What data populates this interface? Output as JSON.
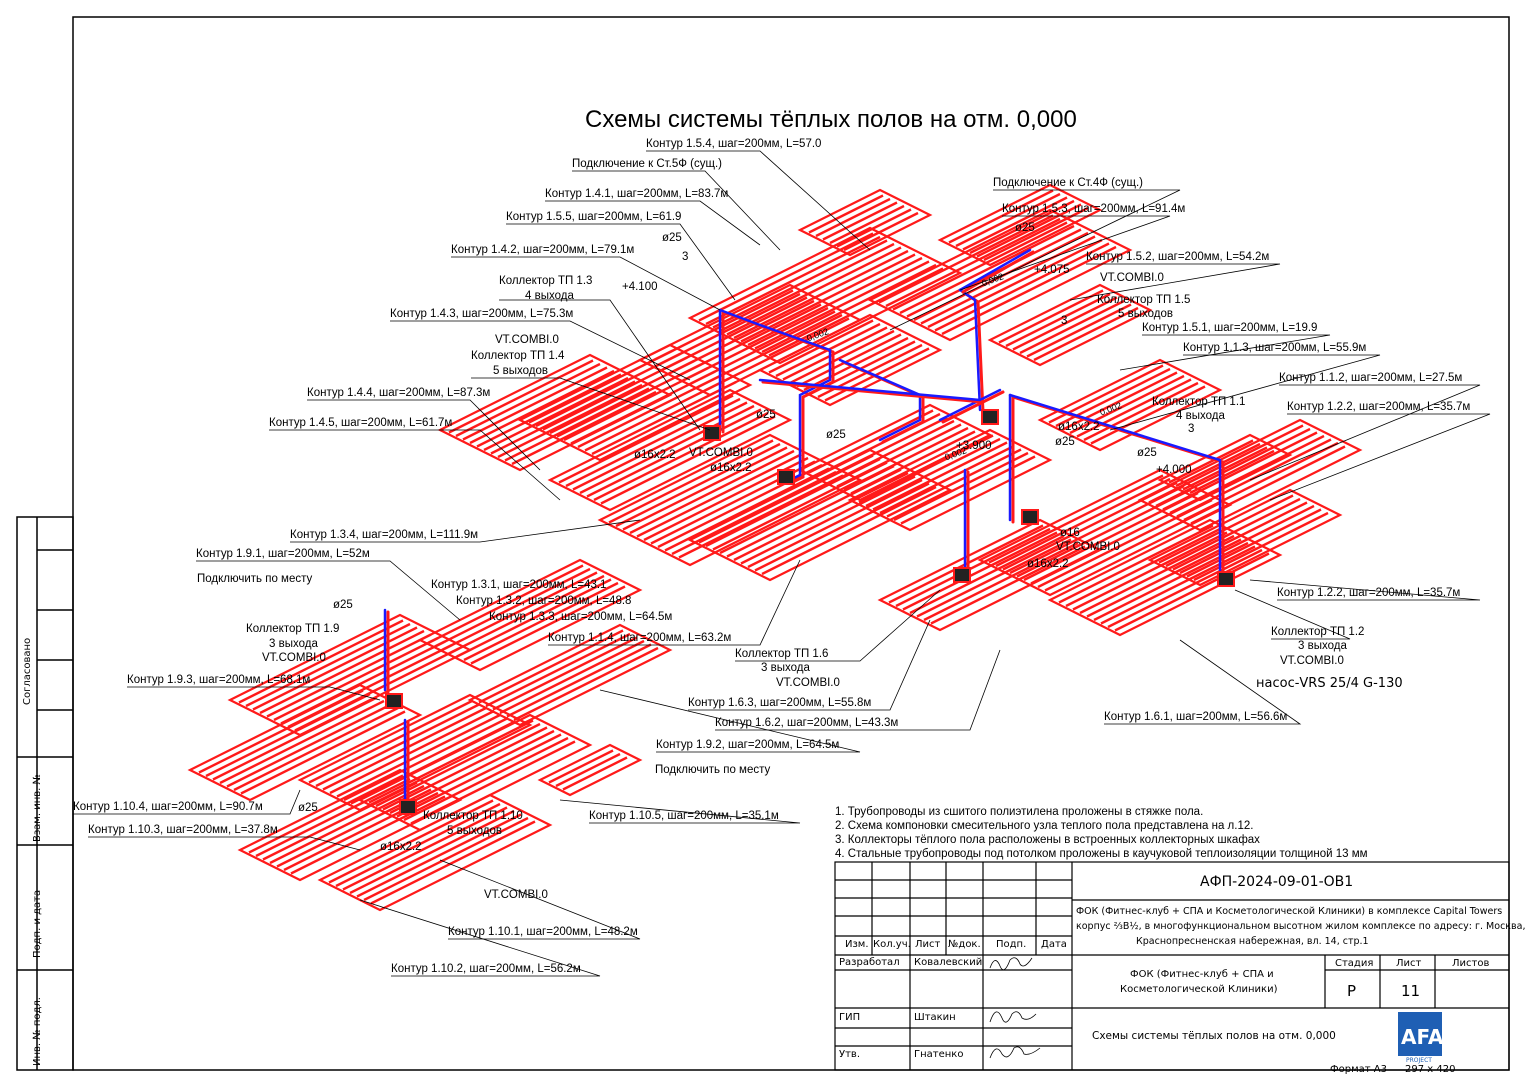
{
  "title": "Схемы системы тёплых полов на отм. 0,000",
  "colors": {
    "heating_loop": "#ff1a1a",
    "supply_pipe": "#1a1aff",
    "frame": "#000000"
  },
  "labels": [
    "Контур 1.5.4, шаг=200мм, L=57.0",
    "Подключение к Ст.5Ф (сущ.)",
    "Контур 1.4.1, шаг=200мм, L=83.7м",
    "Контур 1.5.5, шаг=200мм, L=61.9",
    "ø25",
    "Контур 1.4.2, шаг=200мм, L=79.1м",
    "3",
    "Коллектор ТП 1.3",
    "4 выхода",
    "+4.100",
    "Контур 1.4.3, шаг=200мм, L=75.3м",
    "VT.COMBI.0",
    "Коллектор ТП 1.4",
    "5 выходов",
    "Контур 1.4.4, шаг=200мм, L=87.3м",
    "Контур 1.4.5, шаг=200мм, L=61.7м",
    "ø16x2.2",
    "VT.COMBI.0",
    "ø16x2.2",
    "ø25",
    "ø25",
    "Подключение к Ст.4Ф (сущ.)",
    "Контур 1.5.3, шаг=200мм, L=91.4м",
    "ø25",
    "Контур 1.5.2, шаг=200мм, L=54.2м",
    "+4.075",
    "VT.COMBI.0",
    "Коллектор ТП 1.5",
    "5 выходов",
    "3",
    "Контур 1.5.1, шаг=200мм, L=19.9",
    "Контур 1.1.3, шаг=200мм, L=55.9м",
    "Контур 1.1.2, шаг=200мм, L=27.5м",
    "Коллектор ТП 1.1",
    "4 выхода",
    "3",
    "Контур 1.2.2, шаг=200мм, L=35.7м",
    "ø16x2.2",
    "ø25",
    "+3.900",
    "ø25",
    "+4.000",
    "0,002",
    "0,002",
    "0,002",
    "0,002",
    "Контур 1.3.4, шаг=200мм, L=111.9м",
    "ø16",
    "VT.COMBI.0",
    "Контур 1.9.1, шаг=200мм, L=52м",
    "ø16x2.2",
    "Подключить по месту",
    "Контур 1.3.1, шаг=200мм, L=43.1",
    "Контур 1.3.2, шаг=200мм, L=48.8",
    "Контур 1.3.3, шаг=200мм, L=64.5м",
    "Контур 1.2.2, шаг=200мм, L=35.7м",
    "ø25",
    "Контур 1.1.4, шаг=200мм, L=63.2м",
    "Коллектор ТП 1.9",
    "3 выхода",
    "VT.COMBI.0",
    "Коллектор ТП 1.6",
    "3 выхода",
    "VT.COMBI.0",
    "Коллектор ТП 1.2",
    "3 выхода",
    "VT.COMBI.0",
    "Контур 1.9.3, шаг=200мм, L=68.1м",
    "Контур 1.6.3, шаг=200мм, L=55.8м",
    "Контур 1.6.2, шаг=200мм, L=43.3м",
    "Контур 1.6.1, шаг=200мм, L=56.6м",
    "Контур 1.9.2, шаг=200мм, L=64.5м",
    "Подключить по месту",
    "Контур 1.10.4, шаг=200мм, L=90.7м",
    "ø25",
    "Контур 1.10.5, шаг=200мм, L=35.1м",
    "Контур 1.10.3, шаг=200мм, L=37.8м",
    "Коллектор ТП 1.10",
    "5 выходов",
    "ø16x2.2",
    "VT.COMBI.0",
    "Контур 1.10.1, шаг=200мм, L=48.2м",
    "Контур 1.10.2, шаг=200мм, L=56.2м"
  ],
  "pump": "насос-VRS 25/4 G-130",
  "notes": [
    "1. Трубопроводы из сшитого полиэтилена проложены в стяжке пола.",
    "2. Схема компоновки смесительного узла теплого пола представлена на л.12.",
    "3. Коллекторы тёплого пола расположены в встроенных коллекторных шкафах",
    "4. Стальные трубопроводы под потолком проложены в каучуковой теплоизоляции толщиной 13 мм"
  ],
  "stamp": {
    "doc_code": "АФП-2024-09-01-ОВ1",
    "project_line1": "ФОК (Фитнес-клуб + СПА и Косметологической Клиники) в комплексе Capital Towers",
    "project_line2": "корпус ⅔В½, в многофункциональном высотном жилом комплексе по адресу: г. Москва,",
    "project_line3": "Краснопресненская набережная, вл. 14, стр.1",
    "col_izm": "Изм.",
    "col_kolych": "Кол.уч.",
    "col_list": "Лист",
    "col_ndok": "№док.",
    "col_podp": "Подп.",
    "col_data": "Дата",
    "role1": "Разработал",
    "name1": "Ковалевский",
    "role2": "ГИП",
    "name2": "Штакин",
    "role3": "Утв.",
    "name3": "Гнатенко",
    "object_line1": "ФОК (Фитнес-клуб + СПА и",
    "object_line2": "Косметологической Клиники)",
    "stage_label": "Стадия",
    "sheet_label": "Лист",
    "sheets_label": "Листов",
    "stage": "Р",
    "sheet": "11",
    "sheets": "",
    "drawing_title": "Схемы системы тёплых полов на отм. 0,000",
    "logo": "AFA",
    "logo_sub": "PROJECT",
    "format": "Формат А3",
    "size": "297 х 420"
  },
  "side_stamp": [
    "Согласовано",
    "Взам. инв. №",
    "Подп. и дата",
    "Инв. № подл."
  ]
}
